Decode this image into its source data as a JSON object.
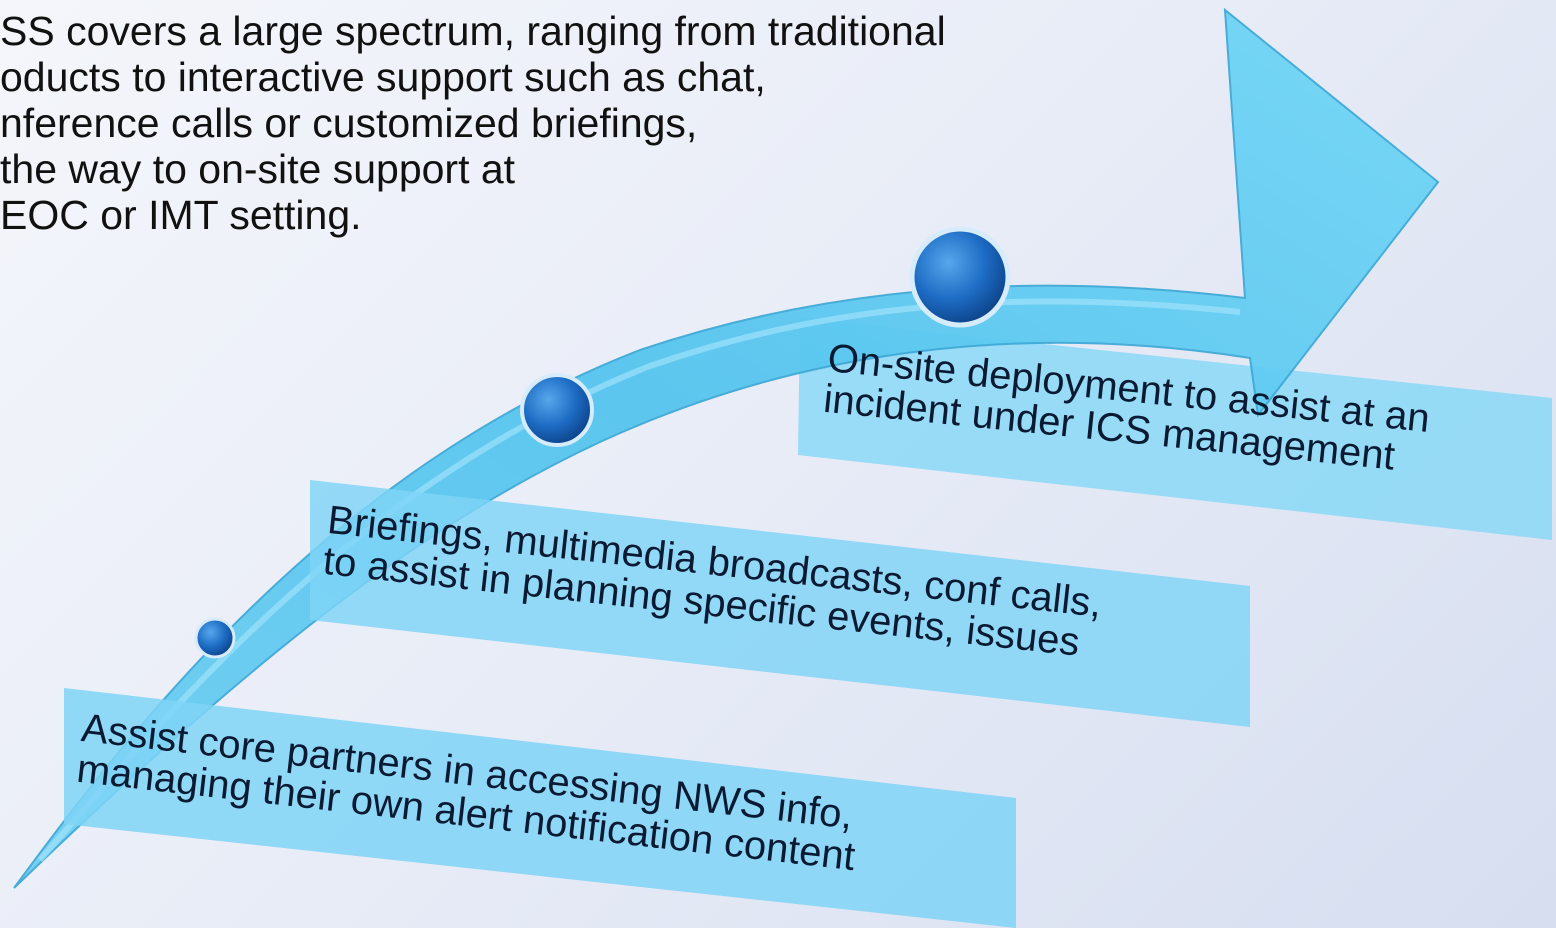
{
  "intro": {
    "lines": [
      "SS covers a large spectrum, ranging from traditional",
      "oducts to interactive support such as chat,",
      "nference calls or customized briefings,",
      " the way to on-site support at",
      " EOC or IMT setting."
    ]
  },
  "steps": [
    {
      "lines": [
        "Assist core partners in accessing NWS info,",
        "managing their own alert notification content"
      ]
    },
    {
      "lines": [
        "Briefings, multimedia broadcasts, conf calls,",
        "to assist in planning specific events, issues"
      ]
    },
    {
      "lines": [
        "On-site deployment to assist  at an",
        "incident under ICS management"
      ]
    }
  ],
  "colors": {
    "arrow": "#5cc8ef",
    "panel": "#7fd4f6",
    "marker": "#1f6fbf",
    "text": "#0b1a33"
  }
}
